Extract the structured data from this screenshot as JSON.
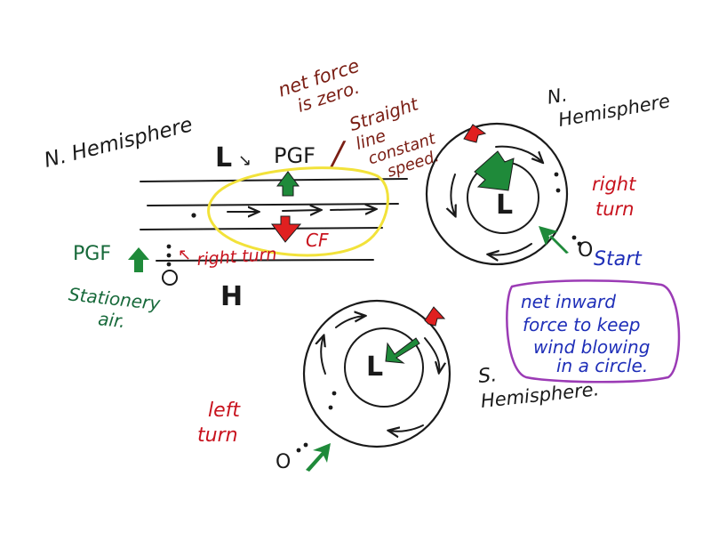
{
  "colors": {
    "ink": "#1a1a1a",
    "red": "#c8131e",
    "brown": "#7a1e14",
    "green": "#17693a",
    "arrow_green": "#1f8a3a",
    "blue": "#1f2fb8",
    "yellow": "#f2e23a",
    "purple": "#9b3bb5"
  },
  "left": {
    "hemisphere": "N. Hemisphere",
    "low": "L",
    "high": "H",
    "pgf_top": "PGF",
    "pgf_left": "PGF",
    "cf": "CF",
    "right_turn": "right turn",
    "stationary": [
      "Stationery",
      "air."
    ],
    "net_force": [
      "net force",
      "is zero."
    ],
    "straight": [
      "Straight",
      "line",
      "constant",
      "speed."
    ],
    "slash": "/"
  },
  "top_right": {
    "hemisphere": [
      "N.",
      "Hemisphere"
    ],
    "low": "L",
    "turn": [
      "right",
      "turn"
    ],
    "start": "Start",
    "start_marker": "O"
  },
  "note": [
    "net inward",
    "force to keep",
    "wind blowing",
    "in a circle."
  ],
  "bottom": {
    "hemisphere": [
      "S.",
      "Hemisphere."
    ],
    "low": "L",
    "turn": [
      "left",
      "turn"
    ],
    "start_marker": "O"
  }
}
